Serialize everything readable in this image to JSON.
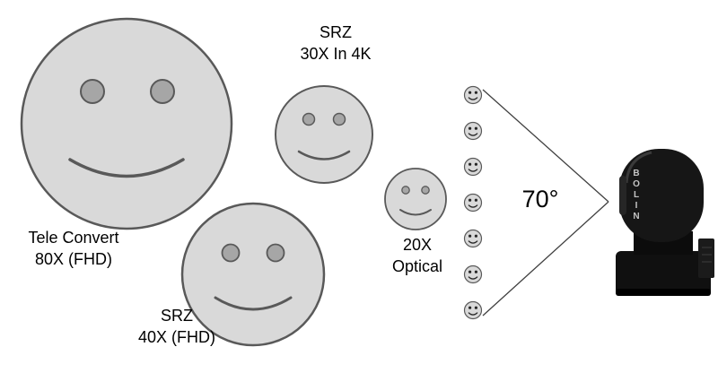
{
  "diagram": {
    "faces": {
      "tele_convert": {
        "label_line1": "Tele Convert",
        "label_line2": "80X (FHD)"
      },
      "srz_40x": {
        "label_line1": "SRZ",
        "label_line2": "40X (FHD)"
      },
      "srz_30x": {
        "label_line1": "SRZ",
        "label_line2": "30X In 4K"
      },
      "optical_20x": {
        "label_line1": "20X",
        "label_line2": "Optical"
      }
    },
    "fov": {
      "angle_label": "70°",
      "small_face_count": 7
    },
    "camera": {
      "brand": "BOLIN",
      "brand_vertical": [
        "B",
        "O",
        "L",
        "I",
        "N"
      ]
    },
    "colors": {
      "face_fill": "#d9d9d9",
      "face_stroke": "#595959",
      "eye_fill": "#a6a6a6",
      "small_face_ink": "#262626",
      "fov_line": "#404040",
      "camera_body": "#141414",
      "label_text": "#000000"
    }
  }
}
